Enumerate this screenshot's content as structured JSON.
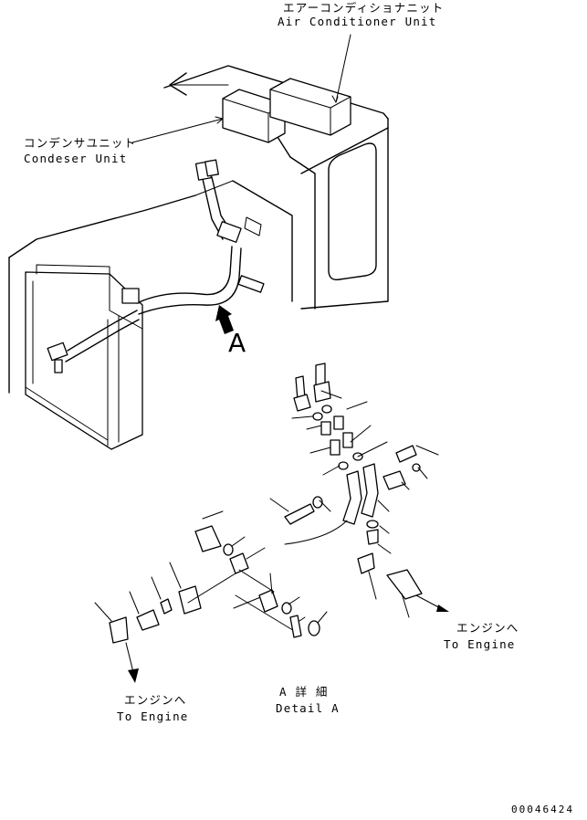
{
  "labels": {
    "ac_unit_jp": "エアーコンディショナニット",
    "ac_unit_en": "Air Conditioner Unit",
    "condenser_jp": "コンデンサユニット",
    "condenser_en": "Condeser Unit",
    "view_letter": "A",
    "to_engine_right_jp": "エンジンへ",
    "to_engine_right_en": "To Engine",
    "to_engine_left_jp": "エンジンへ",
    "to_engine_left_en": "To Engine",
    "detail_jp": "A 詳 細",
    "detail_en": "Detail A",
    "drawing_code": "00046424"
  }
}
